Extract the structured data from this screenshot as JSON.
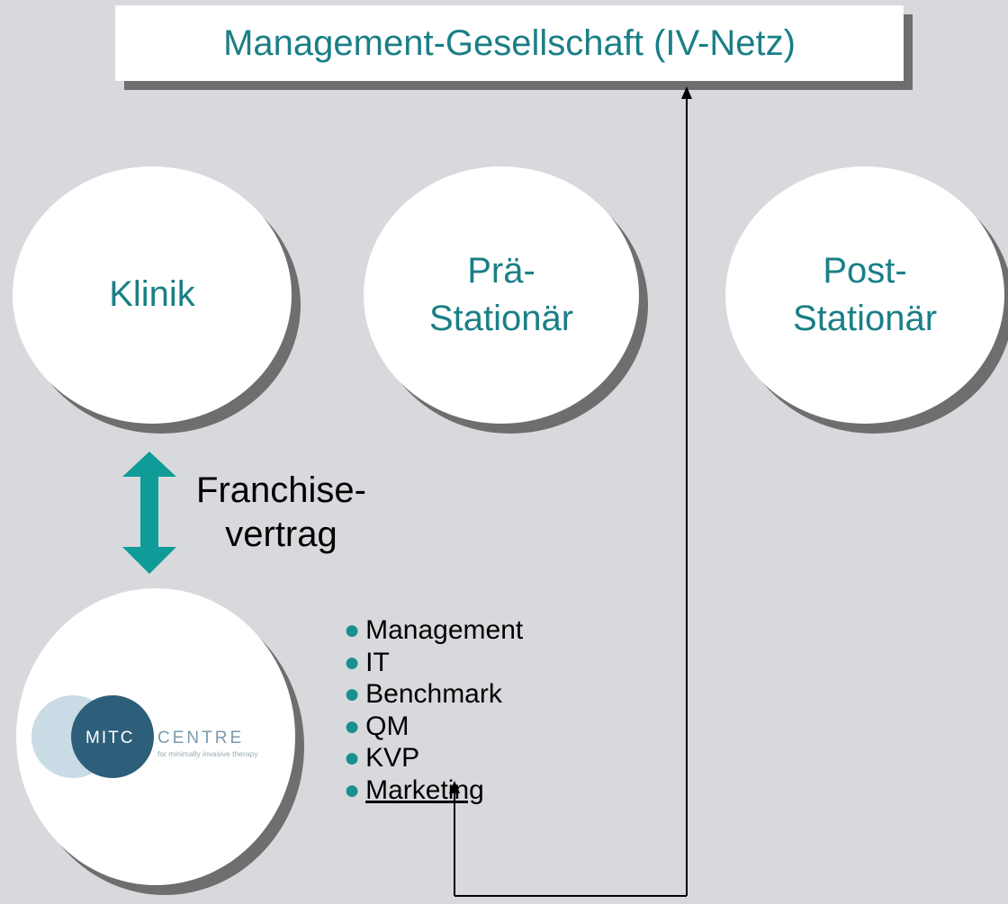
{
  "header": {
    "title": "Management-Gesellschaft (IV-Netz)"
  },
  "nodes": {
    "klinik": {
      "label": "Klinik"
    },
    "prae": {
      "line1": "Prä-",
      "line2": "Stationär"
    },
    "post": {
      "line1": "Post-",
      "line2": "Stationär"
    }
  },
  "franchise": {
    "line1": "Franchise-",
    "line2": "vertrag"
  },
  "logo": {
    "brand_left": "MITC",
    "brand_right": "CENTRE",
    "tagline": "for minimally invasive therapy"
  },
  "services": [
    {
      "label": "Management"
    },
    {
      "label": "IT"
    },
    {
      "label": "Benchmark"
    },
    {
      "label": "QM"
    },
    {
      "label": "KVP"
    },
    {
      "label": "Marketing"
    }
  ],
  "colors": {
    "accent": "#1a7f86",
    "arrow": "#0f9c98",
    "background": "#d7d9dc",
    "shadow": "#6e6e6e"
  }
}
